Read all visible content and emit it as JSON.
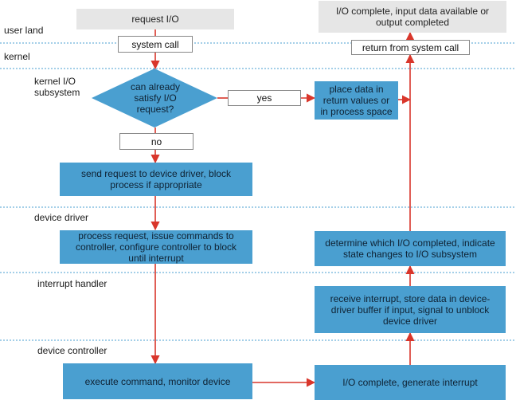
{
  "colors": {
    "lane_divider": "#4a9fd0",
    "arrow": "#d9362b",
    "process_fill": "#4a9fd0",
    "terminal_fill": "#e6e6e6",
    "label_box_border": "#888888"
  },
  "lanes": {
    "user_land": "user land",
    "kernel": "kernel",
    "kernel_io_subsystem": "kernel I/O\nsubsystem",
    "device_driver": "device driver",
    "interrupt_handler": "interrupt handler",
    "device_controller": "device controller"
  },
  "nodes": {
    "request_io": "request I/O",
    "system_call": "system call",
    "can_satisfy": "can already\nsatisfy I/O\nrequest?",
    "yes": "yes",
    "no": "no",
    "send_request": "send request to device driver, block\nprocess if appropriate",
    "process_request": "process request, issue commands to\ncontroller, configure controller to block\nuntil interrupt",
    "execute_command": "execute command, monitor device",
    "io_complete_interrupt": "I/O complete, generate interrupt",
    "receive_interrupt": "receive interrupt, store data in device-\ndriver buffer if input, signal to unblock\ndevice driver",
    "determine_io": "determine which I/O completed, indicate\nstate changes to I/O subsystem",
    "place_data": "place data in\nreturn values or\nin process space",
    "return_syscall": "return from system call",
    "io_complete_final": "I/O complete, input data available or\noutput completed"
  }
}
